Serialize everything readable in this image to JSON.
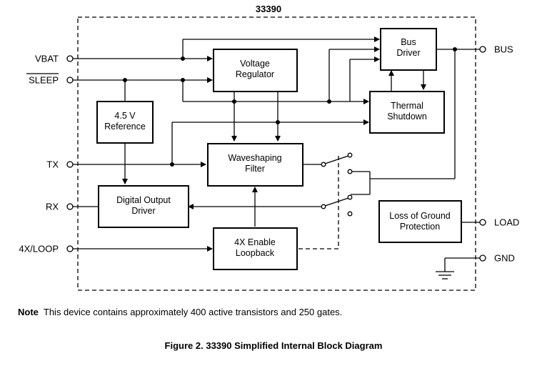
{
  "diagram": {
    "device_label": "33390",
    "pins": {
      "vbat": "VBAT",
      "sleep": "SLEEP",
      "tx": "TX",
      "rx": "RX",
      "loop": "4X/LOOP",
      "bus": "BUS",
      "load": "LOAD",
      "gnd": "GND"
    },
    "blocks": {
      "voltage_regulator": [
        "Voltage",
        "Regulator"
      ],
      "bus_driver": [
        "Bus",
        "Driver"
      ],
      "thermal_shutdown": [
        "Thermal",
        "Shutdown"
      ],
      "reference": [
        "4.5 V",
        "Reference"
      ],
      "waveshaping_filter": [
        "Waveshaping",
        "Filter"
      ],
      "digital_output_driver": [
        "Digital Output",
        "Driver"
      ],
      "loopback": [
        "4X Enable",
        "Loopback"
      ],
      "loss_of_ground": [
        "Loss of Ground",
        "Protection"
      ]
    }
  },
  "note": {
    "label": "Note",
    "text": "This device contains approximately 400 active transistors and 250 gates."
  },
  "caption": "Figure 2. 33390 Simplified Internal Block Diagram"
}
